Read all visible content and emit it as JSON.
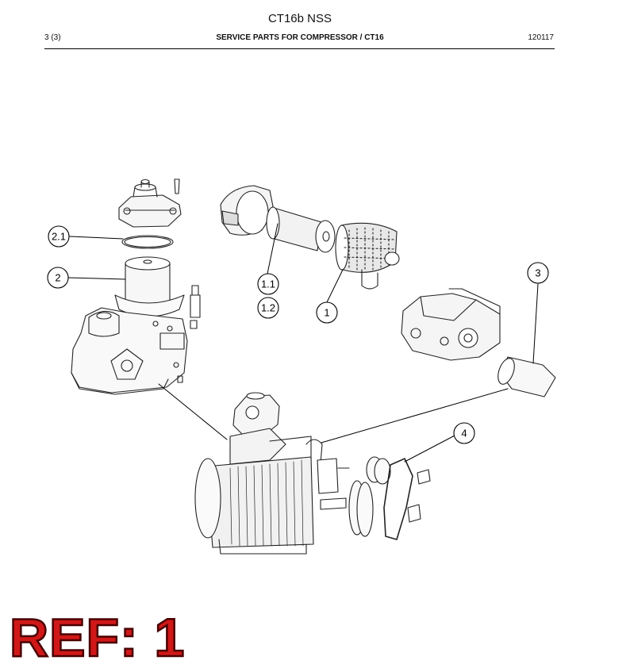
{
  "header": {
    "doc_title": "CT16b NSS",
    "page_number": "3 (3)",
    "section_title": "SERVICE PARTS FOR COMPRESSOR / CT16",
    "doc_code": "120117"
  },
  "callouts": {
    "c21": "2.1",
    "c2": "2",
    "c11": "1.1",
    "c12": "1.2",
    "c1": "1",
    "c3": "3",
    "c4": "4"
  },
  "stamp": {
    "text": "REF: 1",
    "color": "#d01818"
  }
}
